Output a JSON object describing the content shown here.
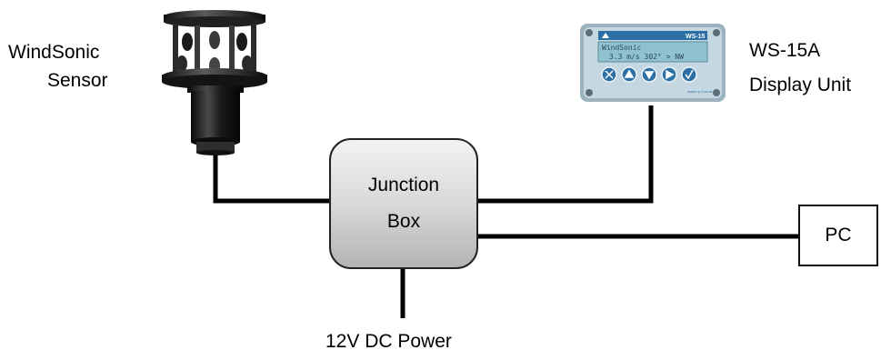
{
  "labels": {
    "sensor_line1": "WindSonic",
    "sensor_line2": "Sensor",
    "display_line1": "WS-15A",
    "display_line2": "Display Unit",
    "junction_line1": "Junction",
    "junction_line2": "Box",
    "pc": "PC",
    "power": "12V DC Power"
  },
  "display_screen": {
    "header": "WS-15",
    "line1": "WindSonic",
    "line2": "3.3 m/s 302° > NW",
    "footer": "www.r-p-t.co.uk"
  },
  "colors": {
    "wire": "#000000",
    "display_body": "#b8cfdc",
    "display_screen": "#8fc1d0",
    "display_header": "#2b6fa4",
    "sensor_body": "#1b1b1b"
  }
}
